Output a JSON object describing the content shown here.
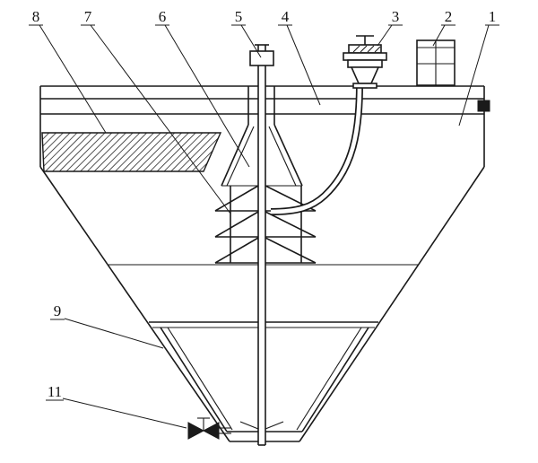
{
  "colors": {
    "line": "#1a1a1a",
    "background": "#ffffff"
  },
  "figure": {
    "callouts": [
      {
        "label": "8"
      },
      {
        "label": "7"
      },
      {
        "label": "6"
      },
      {
        "label": "5"
      },
      {
        "label": "4"
      },
      {
        "label": "3"
      },
      {
        "label": "2"
      },
      {
        "label": "1"
      },
      {
        "label": "9"
      },
      {
        "label": "11"
      }
    ]
  }
}
